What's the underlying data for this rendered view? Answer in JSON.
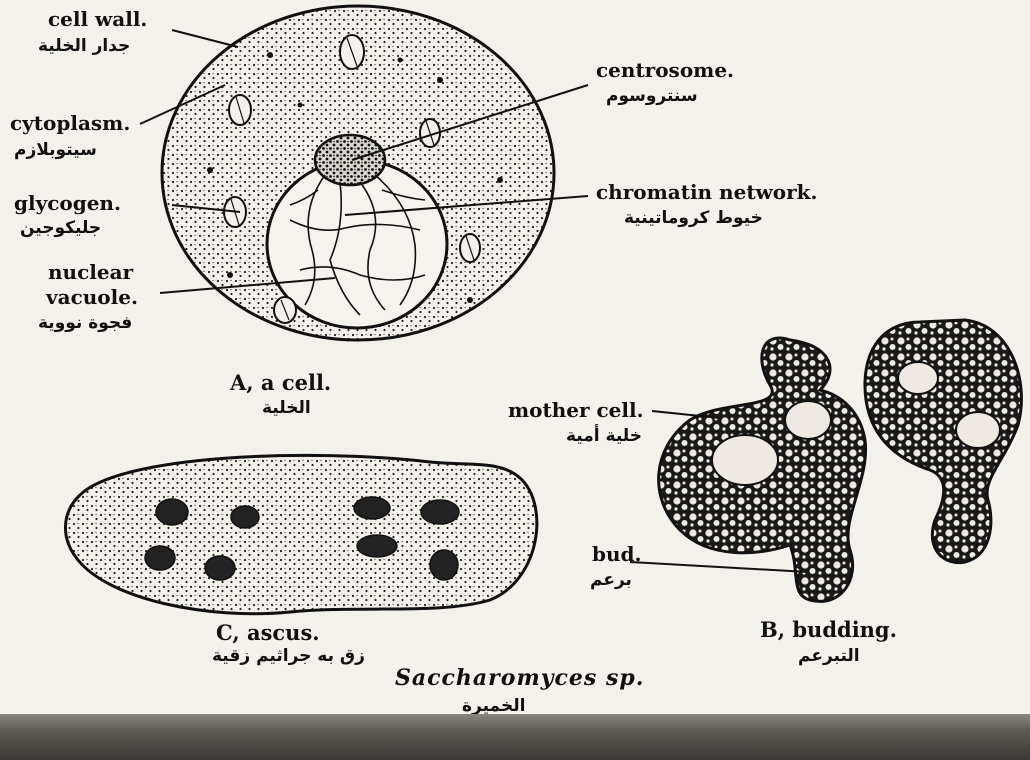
{
  "labels": {
    "cell_wall": {
      "en": "cell wall.",
      "ar": "جدار الخلية"
    },
    "cytoplasm": {
      "en": "cytoplasm.",
      "ar": "سيتوبلازم"
    },
    "glycogen": {
      "en": "glycogen.",
      "ar": "جليكوجين"
    },
    "nuclear_vacuole": {
      "en1": "nuclear",
      "en2": "vacuole.",
      "ar": "فجوة نووية"
    },
    "centrosome": {
      "en": "centrosome.",
      "ar": "سنتروسوم"
    },
    "chromatin": {
      "en": "chromatin network.",
      "ar": "خيوط كروماتينية"
    },
    "mother_cell": {
      "en": "mother cell.",
      "ar": "خلية أمية"
    },
    "bud": {
      "en": "bud.",
      "ar": "برعم"
    }
  },
  "captions": {
    "a": {
      "en": "A, a cell.",
      "ar": "الخلية"
    },
    "b": {
      "en": "B, budding.",
      "ar": "التبرعم"
    },
    "c": {
      "en": "C, ascus.",
      "ar": "زق به جراثيم زقية"
    }
  },
  "title": {
    "en": "Saccharomyces sp.",
    "ar": "الخميرة"
  },
  "colors": {
    "ink": "#111111",
    "paper": "#f3f1ec"
  }
}
